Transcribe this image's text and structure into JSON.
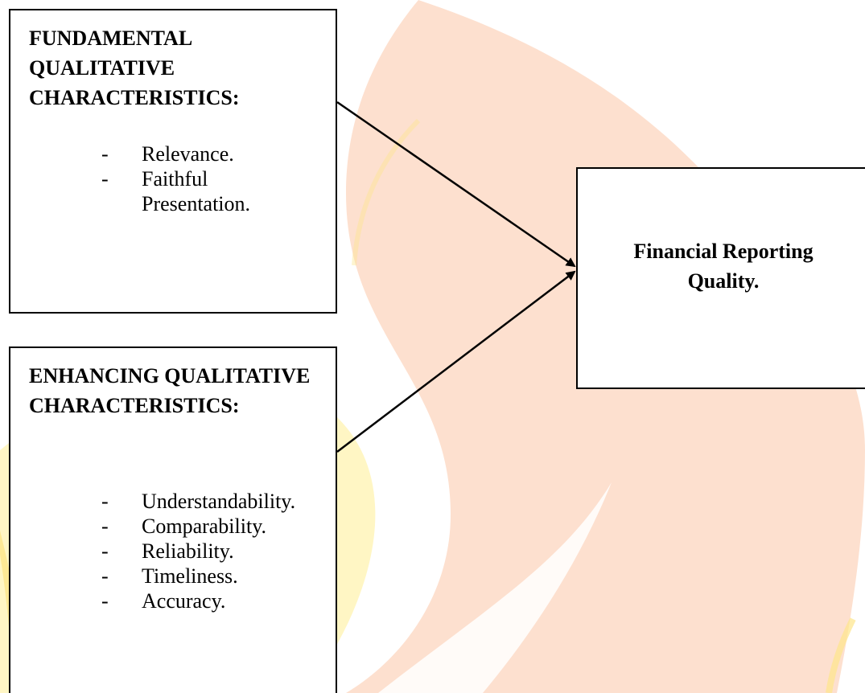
{
  "colors": {
    "watermark_orange": "#fde0cf",
    "watermark_yellow": "#fff6c4",
    "watermark_accent": "#fde68a",
    "stroke": "#000000"
  },
  "fundamental": {
    "title": "FUNDAMENTAL QUALITATIVE CHARACTERISTICS:",
    "items": [
      "Relevance.",
      "Faithful Presentation."
    ]
  },
  "enhancing": {
    "title": "ENHANCING QUALITATIVE CHARACTERISTICS:",
    "items": [
      "Understandability.",
      "Comparability.",
      "Reliability.",
      "Timeliness.",
      "Accuracy."
    ]
  },
  "quality": {
    "title": "Financial Reporting Quality."
  },
  "dash_symbol": "-"
}
